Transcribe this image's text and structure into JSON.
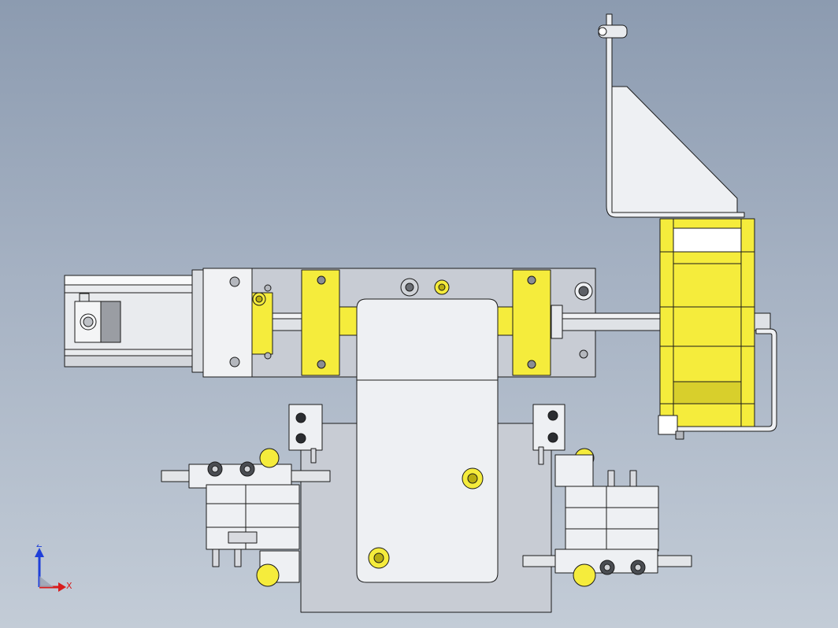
{
  "viewport": {
    "background_top": "#8c9bb0",
    "background_bottom": "#c3ccd7"
  },
  "colors": {
    "metal": "#eef0f3",
    "metal_shade": "#c9ccd2",
    "plate": "#c8ccd4",
    "highlight_yellow": "#f5ec3c",
    "yellow_dark": "#b7ac10",
    "edge": "#1a1a1a"
  },
  "triad": {
    "z_label": "Z",
    "x_label": "X",
    "z_color": "#1f3fd9",
    "x_color": "#d81c1c"
  },
  "parts": [
    "servo-motor",
    "mounting-plate",
    "guide-shaft",
    "linear-bearing-blocks",
    "drag-chain",
    "chain-bracket",
    "pneumatic-cylinder-left",
    "pneumatic-cylinder-right",
    "slider-plate"
  ]
}
